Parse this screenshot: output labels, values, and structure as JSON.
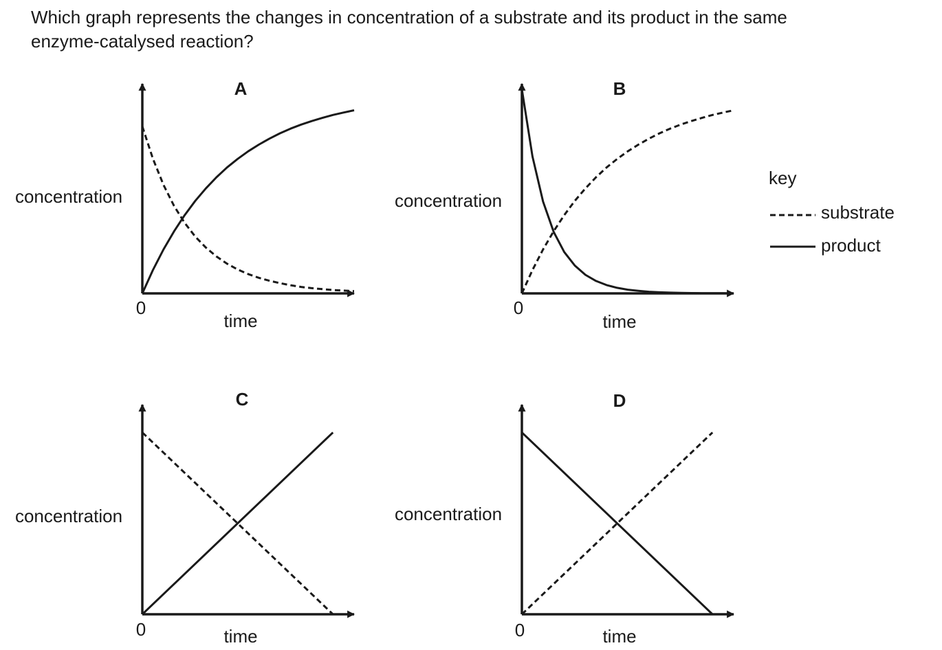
{
  "question": {
    "line1": "Which graph represents the changes in concentration of a substrate and its product in the same",
    "line2": "enzyme-catalysed reaction?"
  },
  "key": {
    "title": "key",
    "substrate_label": "substrate",
    "product_label": "product"
  },
  "colors": {
    "ink": "#1a1a1a",
    "background": "#ffffff"
  },
  "chart_data": [
    {
      "type": "line",
      "title": "A",
      "xlabel": "time",
      "ylabel": "concentration",
      "origin_label": "0",
      "x": [
        0,
        0.5,
        1,
        1.5,
        2,
        2.5,
        3,
        3.5,
        4,
        4.5,
        5,
        5.5,
        6,
        6.5,
        7,
        7.5,
        8,
        8.5,
        9,
        9.5,
        10
      ],
      "series": [
        {
          "name": "substrate",
          "style": "dashed",
          "values": [
            9,
            7.26,
            5.85,
            4.71,
            3.8,
            3.06,
            2.47,
            1.99,
            1.6,
            1.29,
            1.04,
            0.84,
            0.68,
            0.55,
            0.44,
            0.35,
            0.28,
            0.23,
            0.18,
            0.15,
            0.12
          ]
        },
        {
          "name": "product",
          "style": "solid",
          "values": [
            0,
            1.26,
            2.37,
            3.35,
            4.22,
            4.99,
            5.66,
            6.26,
            6.79,
            7.25,
            7.66,
            8.02,
            8.34,
            8.63,
            8.88,
            9.1,
            9.29,
            9.46,
            9.62,
            9.75,
            9.87
          ]
        }
      ],
      "xlim": [
        0,
        10
      ],
      "ylim": [
        0,
        11
      ],
      "grid": false
    },
    {
      "type": "line",
      "title": "B",
      "xlabel": "time",
      "ylabel": "concentration",
      "origin_label": "0",
      "x": [
        0,
        0.5,
        1,
        1.5,
        2,
        2.5,
        3,
        3.5,
        4,
        4.5,
        5,
        5.5,
        6,
        6.5,
        7,
        7.5,
        8,
        8.5,
        9,
        9.5,
        10
      ],
      "series": [
        {
          "name": "substrate",
          "style": "dashed",
          "values": [
            0,
            1.26,
            2.37,
            3.35,
            4.22,
            4.99,
            5.66,
            6.26,
            6.79,
            7.25,
            7.66,
            8.02,
            8.34,
            8.63,
            8.88,
            9.1,
            9.29,
            9.46,
            9.62,
            9.75,
            9.87
          ]
        },
        {
          "name": "product",
          "style": "solid",
          "values": [
            11,
            7.38,
            4.95,
            3.32,
            2.23,
            1.5,
            1,
            0.67,
            0.45,
            0.3,
            0.2,
            0.14,
            0.09,
            0.06,
            0.04,
            0.03,
            0.02,
            0.01,
            0.01,
            0.01,
            0
          ]
        }
      ],
      "xlim": [
        0,
        10
      ],
      "ylim": [
        0,
        11
      ],
      "grid": false
    },
    {
      "type": "line",
      "title": "C",
      "xlabel": "time",
      "ylabel": "concentration",
      "origin_label": "0",
      "x": [
        0,
        9
      ],
      "series": [
        {
          "name": "substrate",
          "style": "dashed",
          "values": [
            9.8,
            0
          ]
        },
        {
          "name": "product",
          "style": "solid",
          "values": [
            0,
            9.8
          ]
        }
      ],
      "xlim": [
        0,
        10
      ],
      "ylim": [
        0,
        11
      ],
      "grid": false
    },
    {
      "type": "line",
      "title": "D",
      "xlabel": "time",
      "ylabel": "concentration",
      "origin_label": "0",
      "x": [
        0,
        9
      ],
      "series": [
        {
          "name": "substrate",
          "style": "dashed",
          "values": [
            0,
            9.8
          ]
        },
        {
          "name": "product",
          "style": "solid",
          "values": [
            9.8,
            0
          ]
        }
      ],
      "xlim": [
        0,
        10
      ],
      "ylim": [
        0,
        11
      ],
      "grid": false
    }
  ]
}
